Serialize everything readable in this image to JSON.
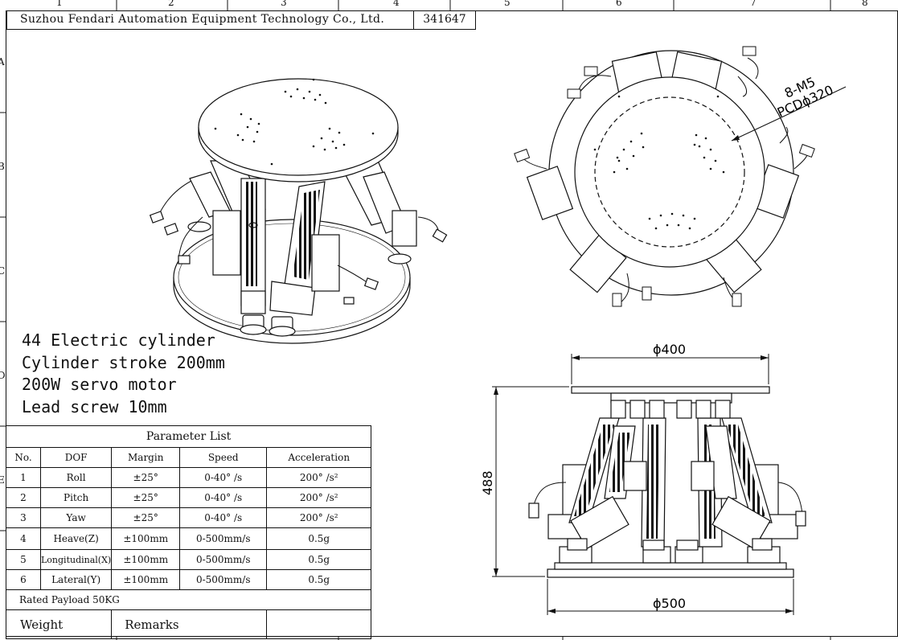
{
  "title_block": {
    "company": "Suzhou Fendari Automation Equipment Technology Co., Ltd.",
    "drawing_number": "341647"
  },
  "zone_numbers": [
    "1",
    "2",
    "3",
    "4",
    "5",
    "6",
    "7",
    "8"
  ],
  "zone_letters": [
    "A",
    "B",
    "C",
    "D",
    "E"
  ],
  "specs": [
    "44 Electric cylinder",
    "Cylinder stroke  200mm",
    "200W servo motor",
    "Lead screw 10mm"
  ],
  "parameter_table": {
    "title": "Parameter List",
    "headers": [
      "No.",
      "DOF",
      "Margin",
      "Speed",
      "Acceleration"
    ],
    "rows": [
      [
        "1",
        "Roll",
        "±25°",
        "0-40° /s",
        "200° /s²"
      ],
      [
        "2",
        "Pitch",
        "±25°",
        "0-40° /s",
        "200° /s²"
      ],
      [
        "3",
        "Yaw",
        "±25°",
        "0-40° /s",
        "200° /s²"
      ],
      [
        "4",
        "Heave(Z)",
        "±100mm",
        "0-500mm/s",
        "0.5g"
      ],
      [
        "5",
        "Longitudinal(X)",
        "±100mm",
        "0-500mm/s",
        "0.5g"
      ],
      [
        "6",
        "Lateral(Y)",
        "±100mm",
        "0-500mm/s",
        "0.5g"
      ]
    ],
    "payload": "Rated Payload 50KG",
    "weight_label": "Weight",
    "remarks_label": "Remarks"
  },
  "dimensions": {
    "top_diameter": "ϕ400",
    "base_diameter": "ϕ500",
    "height": "488",
    "hole_spec": "8-M5",
    "pcd": "PCDϕ320"
  }
}
